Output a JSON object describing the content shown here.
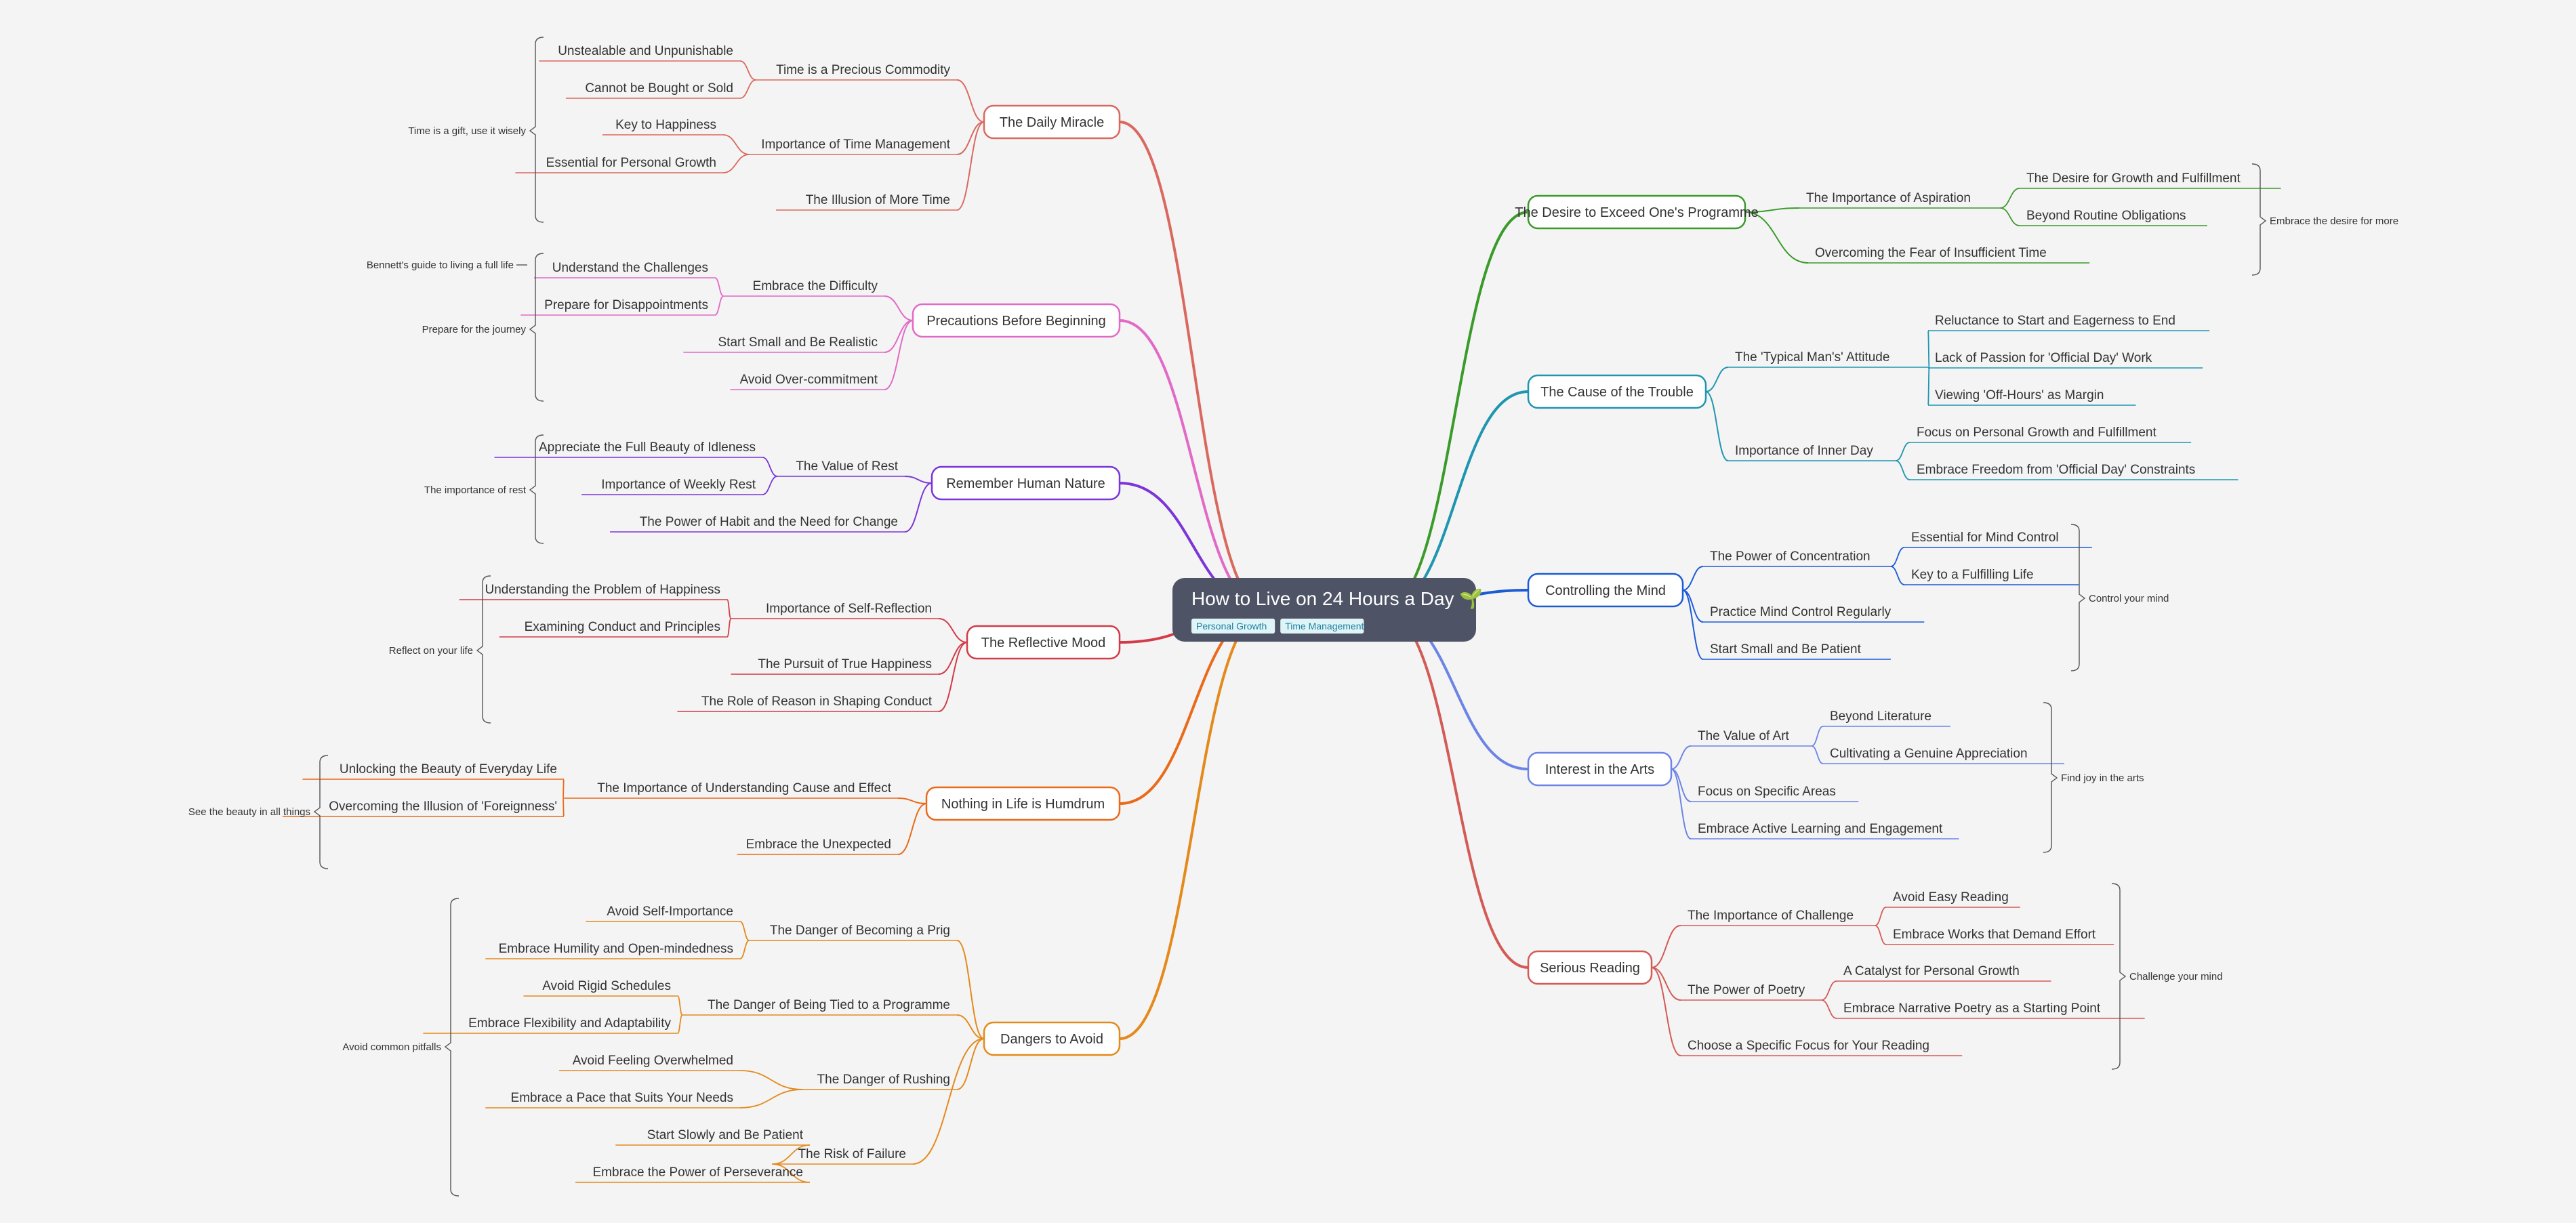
{
  "root": {
    "title": "How to Live on 24 Hours a Day 🌱",
    "tags": [
      "Personal Growth",
      "Time Management"
    ],
    "tag_text_color": "#1f7fa0",
    "tag_bg_color": "#dff4f7",
    "bg_color": "#4f5366"
  },
  "left": [
    {
      "label": "The Daily Miracle",
      "color": "#d9695f",
      "children": [
        {
          "label": "Time is a Precious Commodity",
          "children": [
            {
              "label": "Unstealable and Unpunishable"
            },
            {
              "label": "Cannot be Bought or Sold"
            }
          ]
        },
        {
          "label": "Importance of Time Management",
          "children": [
            {
              "label": "Key to Happiness"
            },
            {
              "label": "Essential for Personal Growth"
            }
          ]
        },
        {
          "label": "The Illusion of More Time",
          "children": []
        }
      ]
    },
    {
      "label": "Precautions Before Beginning",
      "color": "#e26ac7",
      "children": [
        {
          "label": "Embrace the Difficulty",
          "children": [
            {
              "label": "Understand the Challenges"
            },
            {
              "label": "Prepare for Disappointments"
            }
          ]
        },
        {
          "label": "Start Small and Be Realistic",
          "children": []
        },
        {
          "label": "Avoid Over-commitment",
          "children": []
        }
      ]
    },
    {
      "label": "Remember Human Nature",
      "color": "#7b35d8",
      "children": [
        {
          "label": "The Value of Rest",
          "children": [
            {
              "label": "Appreciate the Full Beauty of Idleness"
            },
            {
              "label": "Importance of Weekly Rest"
            }
          ]
        },
        {
          "label": "The Power of Habit and the Need for Change",
          "children": []
        }
      ]
    },
    {
      "label": "The Reflective Mood",
      "color": "#d23b48",
      "children": [
        {
          "label": "Importance of Self-Reflection",
          "children": [
            {
              "label": "Understanding the Problem of Happiness"
            },
            {
              "label": "Examining Conduct and Principles"
            }
          ]
        },
        {
          "label": "The Pursuit of True Happiness",
          "children": []
        },
        {
          "label": "The Role of Reason in Shaping Conduct",
          "children": []
        }
      ]
    },
    {
      "label": "Nothing in Life is Humdrum",
      "color": "#ea6a1a",
      "children": [
        {
          "label": "The Importance of Understanding Cause and Effect",
          "children": [
            {
              "label": "Unlocking the Beauty of Everyday Life"
            },
            {
              "label": "Overcoming the Illusion of 'Foreignness'"
            }
          ]
        },
        {
          "label": "Embrace the Unexpected",
          "children": []
        }
      ]
    },
    {
      "label": "Dangers to Avoid",
      "color": "#e48a1c",
      "children": [
        {
          "label": "The Danger of Becoming a Prig",
          "children": [
            {
              "label": "Avoid Self-Importance"
            },
            {
              "label": "Embrace Humility and Open-mindedness"
            }
          ]
        },
        {
          "label": "The Danger of Being Tied to a Programme",
          "children": [
            {
              "label": "Avoid Rigid Schedules"
            },
            {
              "label": "Embrace Flexibility and Adaptability"
            }
          ]
        },
        {
          "label": "The Danger of Rushing",
          "children": [
            {
              "label": "Avoid Feeling Overwhelmed"
            },
            {
              "label": "Embrace a Pace that Suits Your Needs"
            }
          ]
        },
        {
          "label": "The Risk of Failure",
          "children": [
            {
              "label": "Start Slowly and Be Patient"
            },
            {
              "label": "Embrace the Power of Perseverance"
            }
          ]
        }
      ]
    }
  ],
  "right": [
    {
      "label": "The Desire to Exceed One's Programme",
      "color": "#3a9a2a",
      "children": [
        {
          "label": "The Importance of Aspiration",
          "children": [
            {
              "label": "The Desire for Growth and Fulfillment"
            },
            {
              "label": "Beyond Routine Obligations"
            }
          ]
        },
        {
          "label": "Overcoming the Fear of Insufficient Time",
          "children": []
        }
      ]
    },
    {
      "label": "The Cause of the Trouble",
      "color": "#1f95b0",
      "children": [
        {
          "label": "The 'Typical Man's' Attitude",
          "children": [
            {
              "label": "Reluctance to Start and Eagerness to End"
            },
            {
              "label": "Lack of Passion for 'Official Day' Work"
            },
            {
              "label": "Viewing 'Off-Hours' as Margin"
            }
          ]
        },
        {
          "label": "Importance of Inner Day",
          "children": [
            {
              "label": "Focus on Personal Growth and Fulfillment"
            },
            {
              "label": "Embrace Freedom from 'Official Day' Constraints"
            }
          ]
        }
      ]
    },
    {
      "label": "Controlling the Mind",
      "color": "#1c5bd6",
      "children": [
        {
          "label": "The Power of Concentration",
          "children": [
            {
              "label": "Essential for Mind Control"
            },
            {
              "label": "Key to a Fulfilling Life"
            }
          ]
        },
        {
          "label": "Practice Mind Control Regularly",
          "children": []
        },
        {
          "label": "Start Small and Be Patient",
          "children": []
        }
      ]
    },
    {
      "label": "Interest in the Arts",
      "color": "#6c84e6",
      "children": [
        {
          "label": "The Value of Art",
          "children": [
            {
              "label": "Beyond Literature"
            },
            {
              "label": "Cultivating a Genuine Appreciation"
            }
          ]
        },
        {
          "label": "Focus on Specific Areas",
          "children": []
        },
        {
          "label": "Embrace Active Learning and Engagement",
          "children": []
        }
      ]
    },
    {
      "label": "Serious Reading",
      "color": "#d35b56",
      "children": [
        {
          "label": "The Importance of Challenge",
          "children": [
            {
              "label": "Avoid Easy Reading"
            },
            {
              "label": "Embrace Works that Demand Effort"
            }
          ]
        },
        {
          "label": "The Power of Poetry",
          "children": [
            {
              "label": "A Catalyst for Personal Growth"
            },
            {
              "label": "Embrace Narrative Poetry as a Starting Point"
            }
          ]
        },
        {
          "label": "Choose a Specific Focus for Your Reading",
          "children": []
        }
      ]
    }
  ],
  "summaries": [
    {
      "label": "Time is a gift, use it wisely"
    },
    {
      "label": "Bennett's guide to living a full life"
    },
    {
      "label": "Prepare for the journey"
    },
    {
      "label": "The importance of rest"
    },
    {
      "label": "Reflect on your life"
    },
    {
      "label": "See the beauty in all things"
    },
    {
      "label": "Avoid common pitfalls"
    },
    {
      "label": "Embrace the desire for more"
    },
    {
      "label": "Control your mind"
    },
    {
      "label": "Find joy in the arts"
    },
    {
      "label": "Challenge your mind"
    }
  ]
}
